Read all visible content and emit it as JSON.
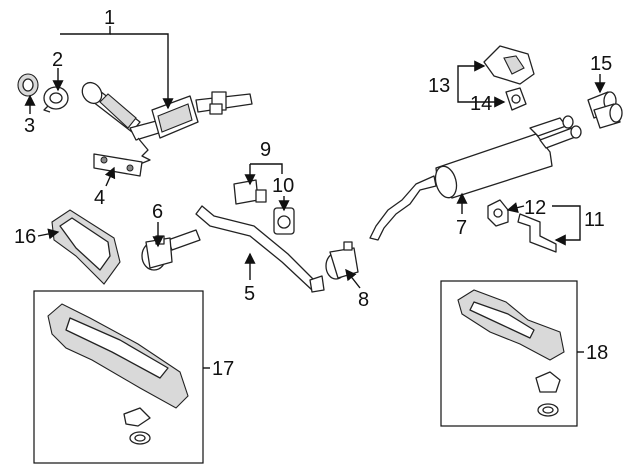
{
  "callouts": {
    "c1": "1",
    "c2": "2",
    "c3": "3",
    "c4": "4",
    "c5": "5",
    "c6": "6",
    "c7": "7",
    "c8": "8",
    "c9": "9",
    "c10": "10",
    "c11": "11",
    "c12": "12",
    "c13": "13",
    "c14": "14",
    "c15": "15",
    "c16": "16",
    "c17": "17",
    "c18": "18"
  },
  "colors": {
    "line": "#111111",
    "shade": "#d9d9d9",
    "dark": "#8a8a8a"
  }
}
